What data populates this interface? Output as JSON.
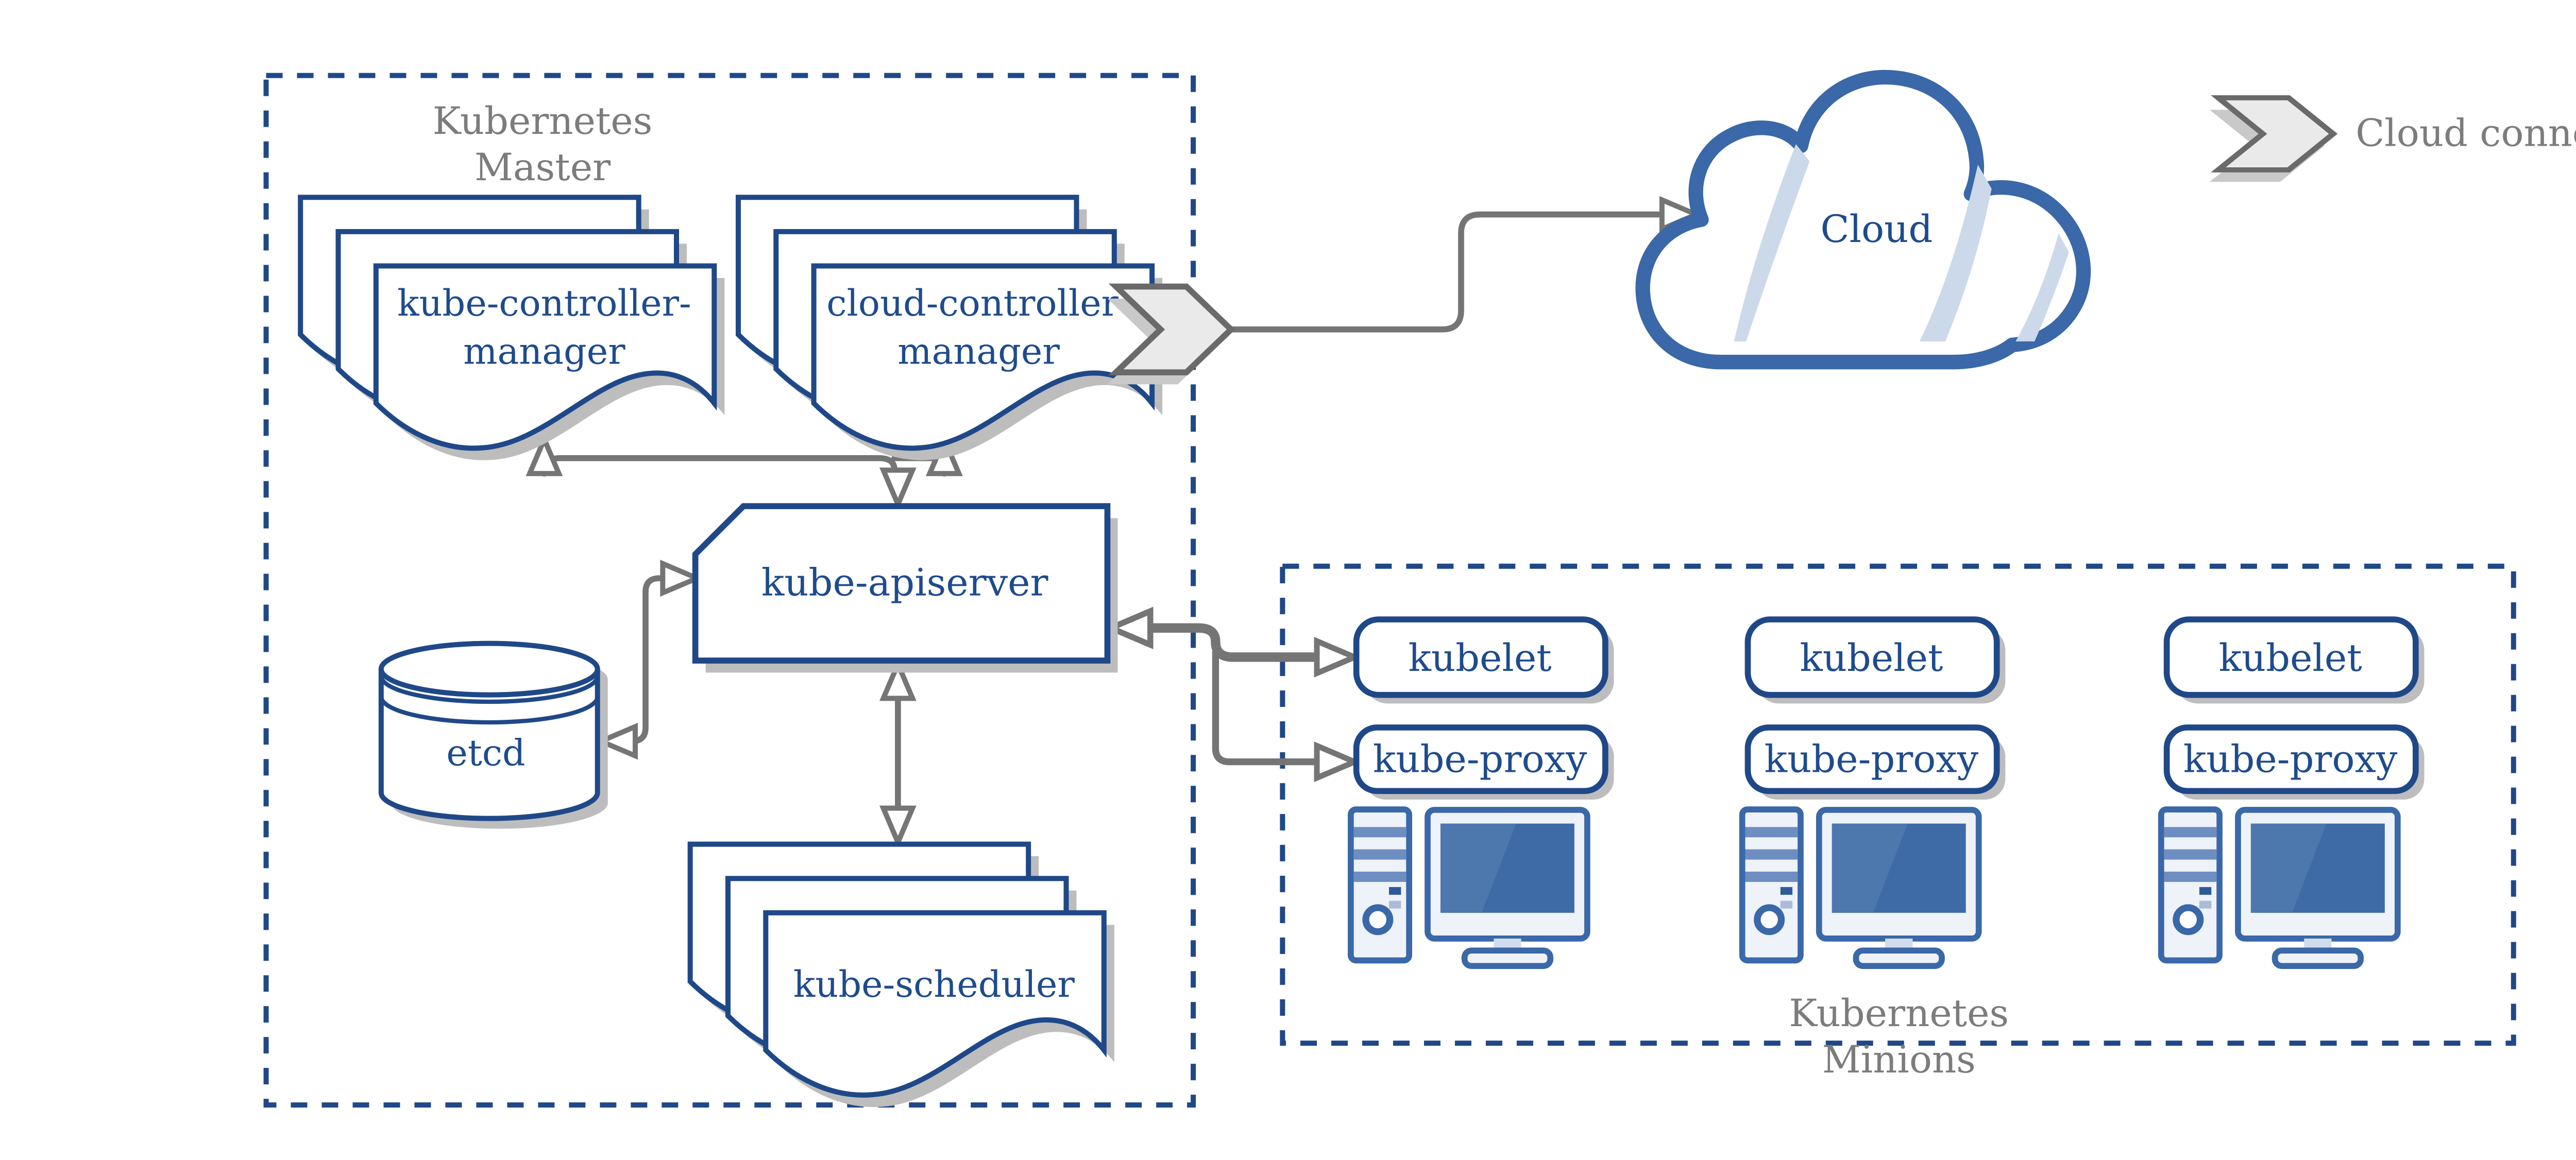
{
  "master": {
    "title_line1": "Kubernetes",
    "title_line2": "Master",
    "kube_controller_manager": {
      "line1": "kube-controller-",
      "line2": "manager"
    },
    "cloud_controller_manager": {
      "line1": "cloud-controller-",
      "line2": "manager"
    },
    "kube_apiserver": "kube-apiserver",
    "etcd": "etcd",
    "kube_scheduler": "kube-scheduler"
  },
  "cloud": {
    "label": "Cloud"
  },
  "legend": {
    "label": "Cloud connector"
  },
  "minions": {
    "title_line1": "Kubernetes",
    "title_line2": "Minions",
    "nodes": [
      {
        "kubelet": "kubelet",
        "kube_proxy": "kube-proxy"
      },
      {
        "kubelet": "kubelet",
        "kube_proxy": "kube-proxy"
      },
      {
        "kubelet": "kubelet",
        "kube_proxy": "kube-proxy"
      }
    ]
  },
  "colors": {
    "border_blue": "#1f4888",
    "text_blue": "#1e4b8d",
    "icon_blue": "#3a68a8",
    "icon_fill": "#eef2f9",
    "screen_blue": "#3e6ba6",
    "screen_highlight": "#4d78ae",
    "band_blue": "#6e8ec2",
    "arrow_gray": "#757575",
    "text_gray": "#7c7c7c",
    "shadow_gray": "#bdbdbd",
    "chevron_fill": "#eaeaea",
    "chevron_border": "#6a6a6a",
    "cloud_crescent": "#ccd9ea"
  }
}
